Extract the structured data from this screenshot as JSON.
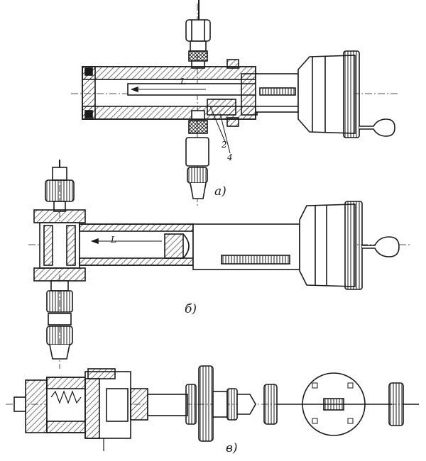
{
  "figure": {
    "labels": {
      "view_a": "а)",
      "view_b": "б)",
      "view_v": "в)",
      "part_2": "2",
      "part_4": "4",
      "length_a": "L",
      "length_b": "L"
    },
    "colors": {
      "ink": "#1a1a1a",
      "hatch": "#2a2a2a",
      "paper": "#ffffff"
    }
  }
}
